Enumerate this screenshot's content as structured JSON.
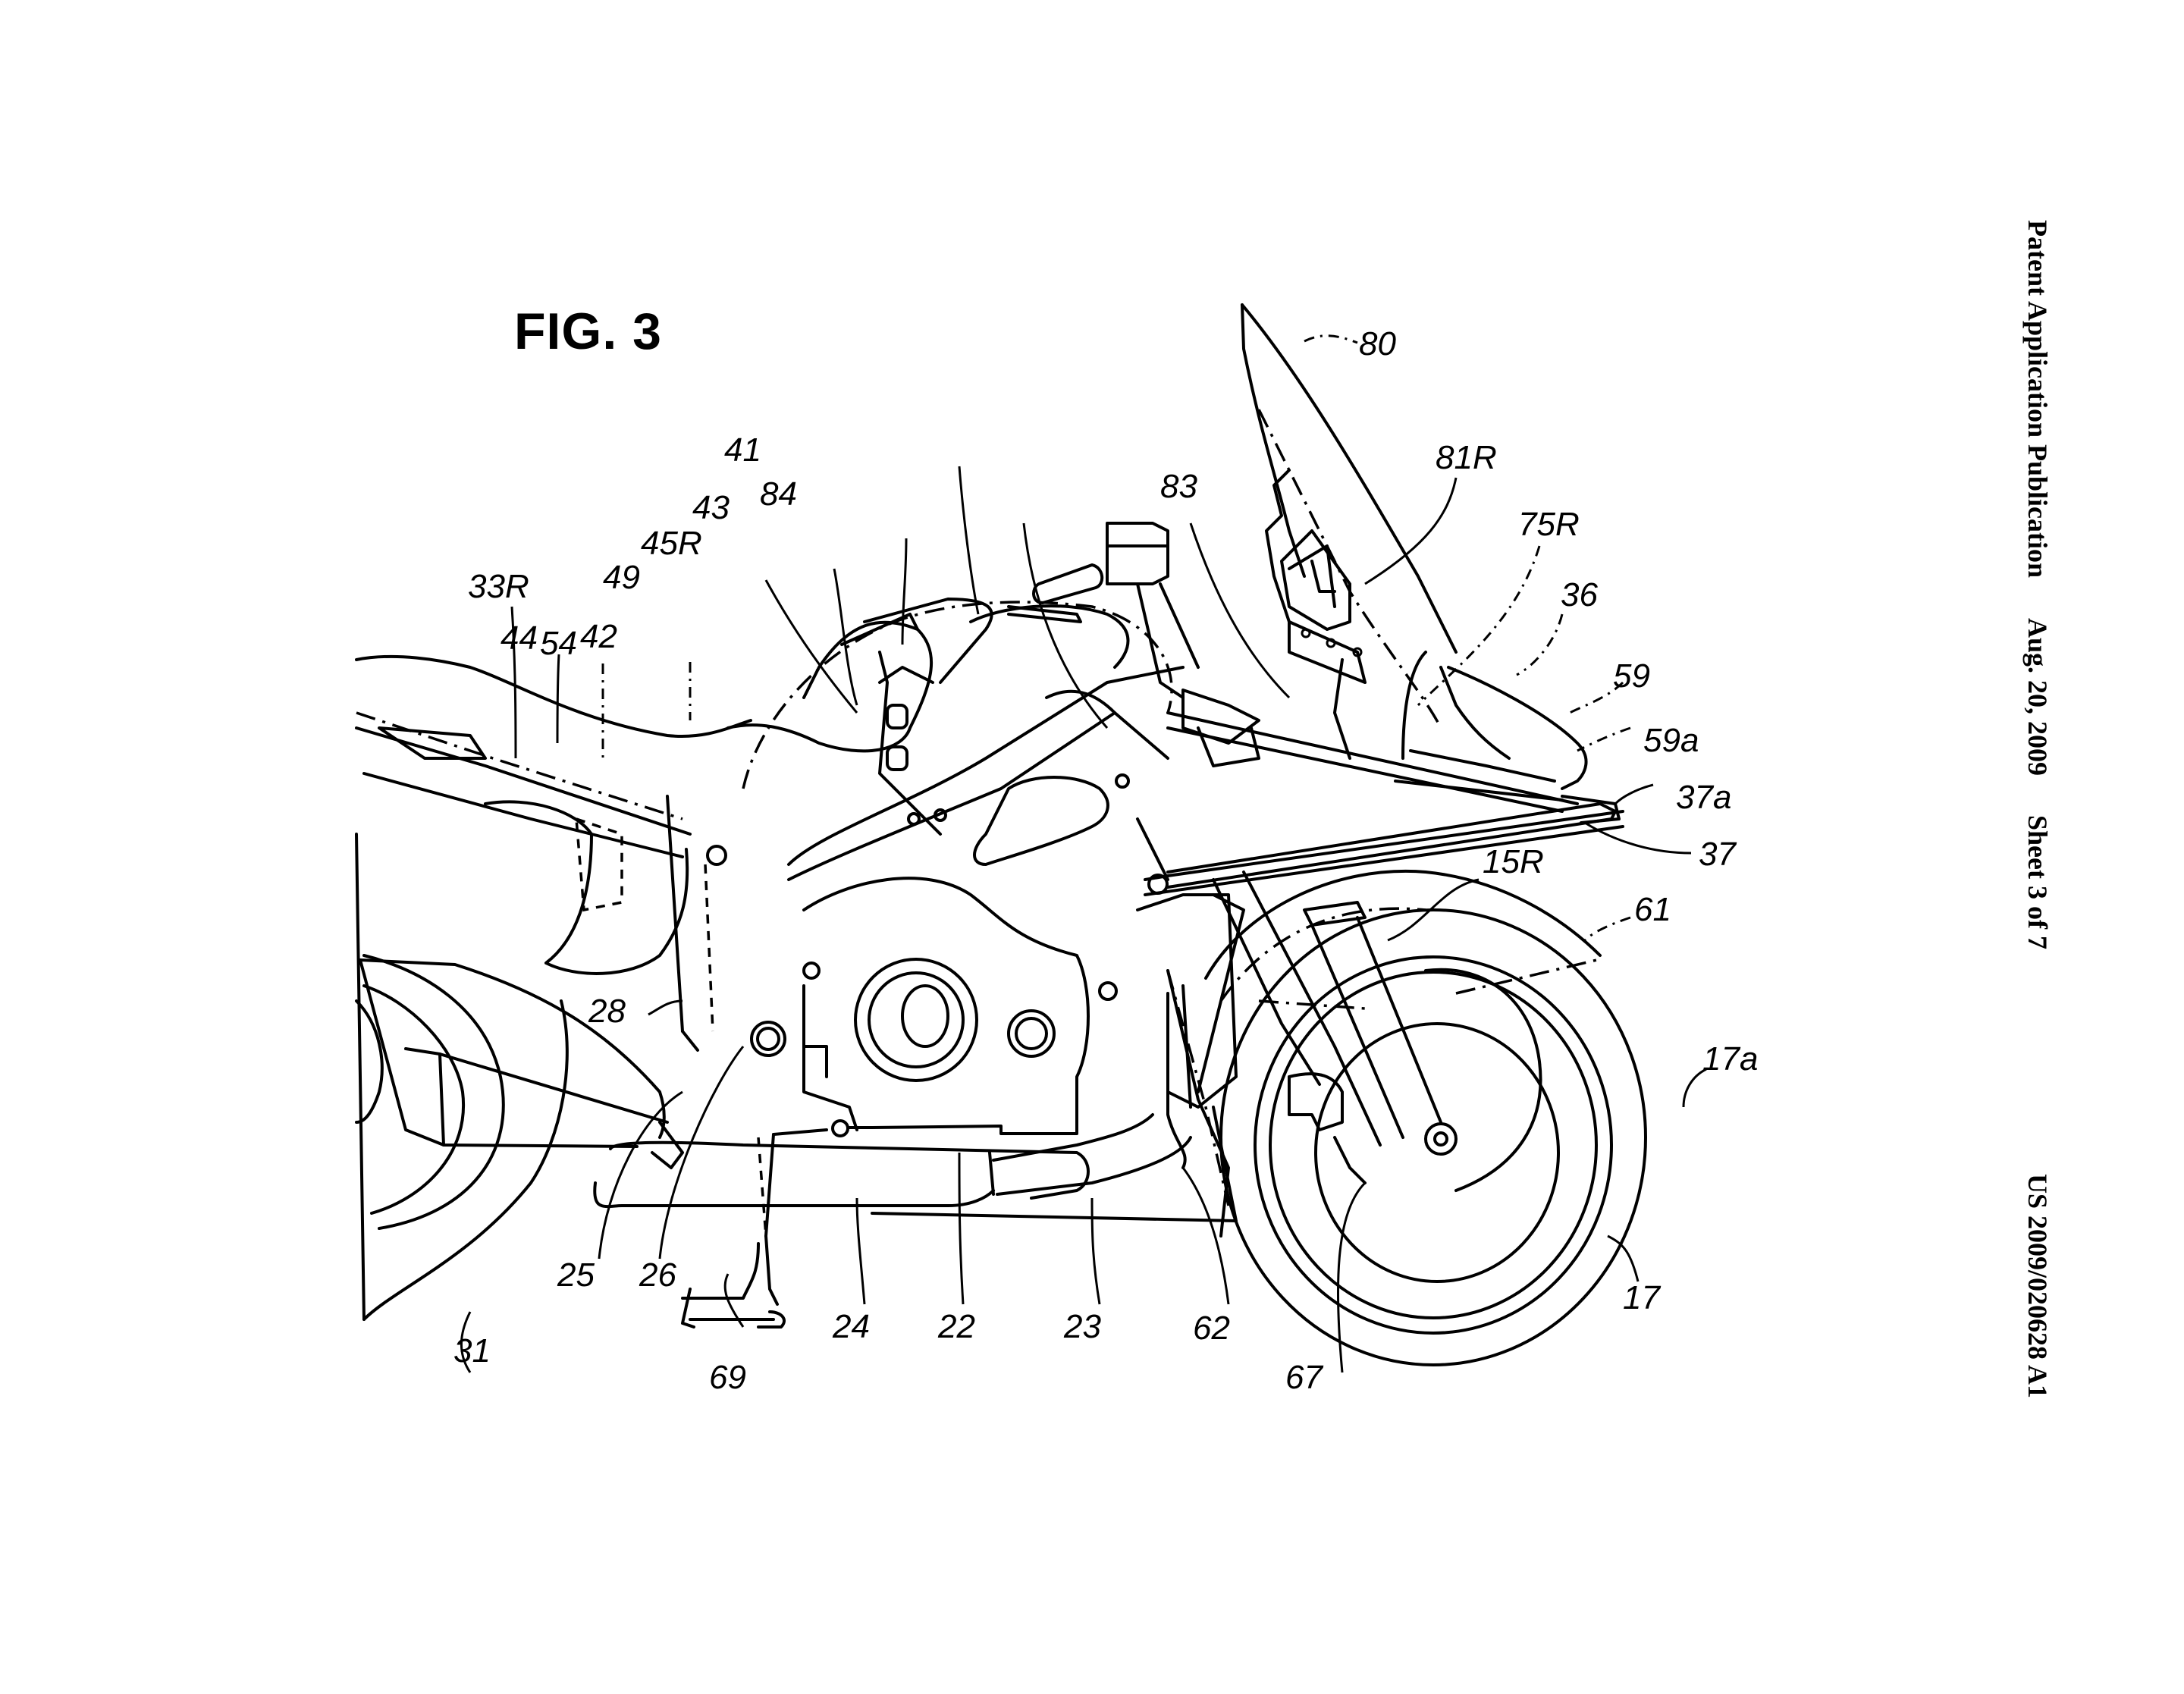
{
  "header": {
    "publication_type": "Patent Application Publication",
    "date": "Aug. 20, 2009",
    "sheet": "Sheet 3 of 7",
    "publication_number": "US 2009/020628 A1"
  },
  "figure": {
    "title": "FIG. 3",
    "subject": "motorcycle side view (right side)",
    "reference_numerals": [
      {
        "id": "80",
        "label": "80"
      },
      {
        "id": "81R",
        "label": "81R"
      },
      {
        "id": "75R",
        "label": "75R"
      },
      {
        "id": "36",
        "label": "36"
      },
      {
        "id": "59",
        "label": "59"
      },
      {
        "id": "59a",
        "label": "59a"
      },
      {
        "id": "37a",
        "label": "37a"
      },
      {
        "id": "37",
        "label": "37"
      },
      {
        "id": "61",
        "label": "61"
      },
      {
        "id": "15R",
        "label": "15R"
      },
      {
        "id": "17a",
        "label": "17a"
      },
      {
        "id": "17",
        "label": "17"
      },
      {
        "id": "67",
        "label": "67"
      },
      {
        "id": "62",
        "label": "62"
      },
      {
        "id": "23",
        "label": "23"
      },
      {
        "id": "22",
        "label": "22"
      },
      {
        "id": "24",
        "label": "24"
      },
      {
        "id": "69",
        "label": "69"
      },
      {
        "id": "26",
        "label": "26"
      },
      {
        "id": "25",
        "label": "25"
      },
      {
        "id": "31",
        "label": "31"
      },
      {
        "id": "28",
        "label": "28"
      },
      {
        "id": "33R",
        "label": "33R"
      },
      {
        "id": "44",
        "label": "44"
      },
      {
        "id": "54",
        "label": "54"
      },
      {
        "id": "42",
        "label": "42"
      },
      {
        "id": "49",
        "label": "49"
      },
      {
        "id": "45R",
        "label": "45R"
      },
      {
        "id": "43",
        "label": "43"
      },
      {
        "id": "41",
        "label": "41"
      },
      {
        "id": "84",
        "label": "84"
      },
      {
        "id": "83",
        "label": "83"
      }
    ]
  }
}
